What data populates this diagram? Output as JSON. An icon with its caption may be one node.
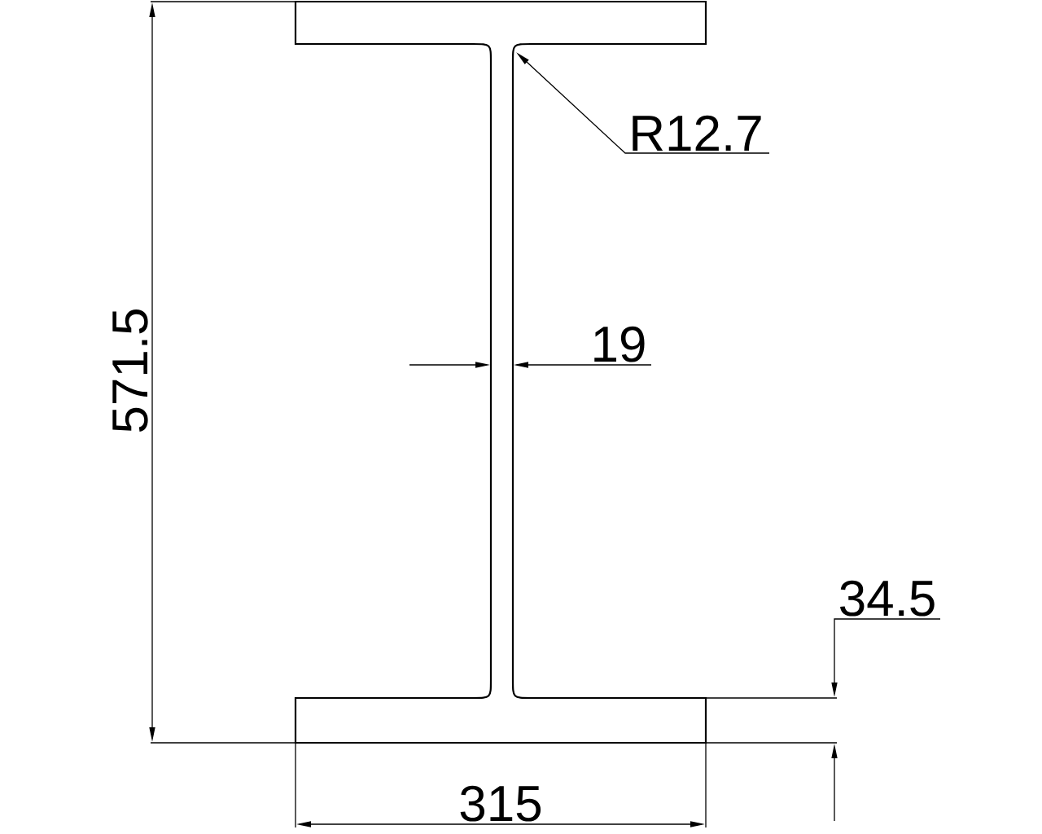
{
  "diagram": {
    "labels": [
      "R12.7",
      "571.5",
      "19",
      "34.5",
      "315"
    ]
  }
}
